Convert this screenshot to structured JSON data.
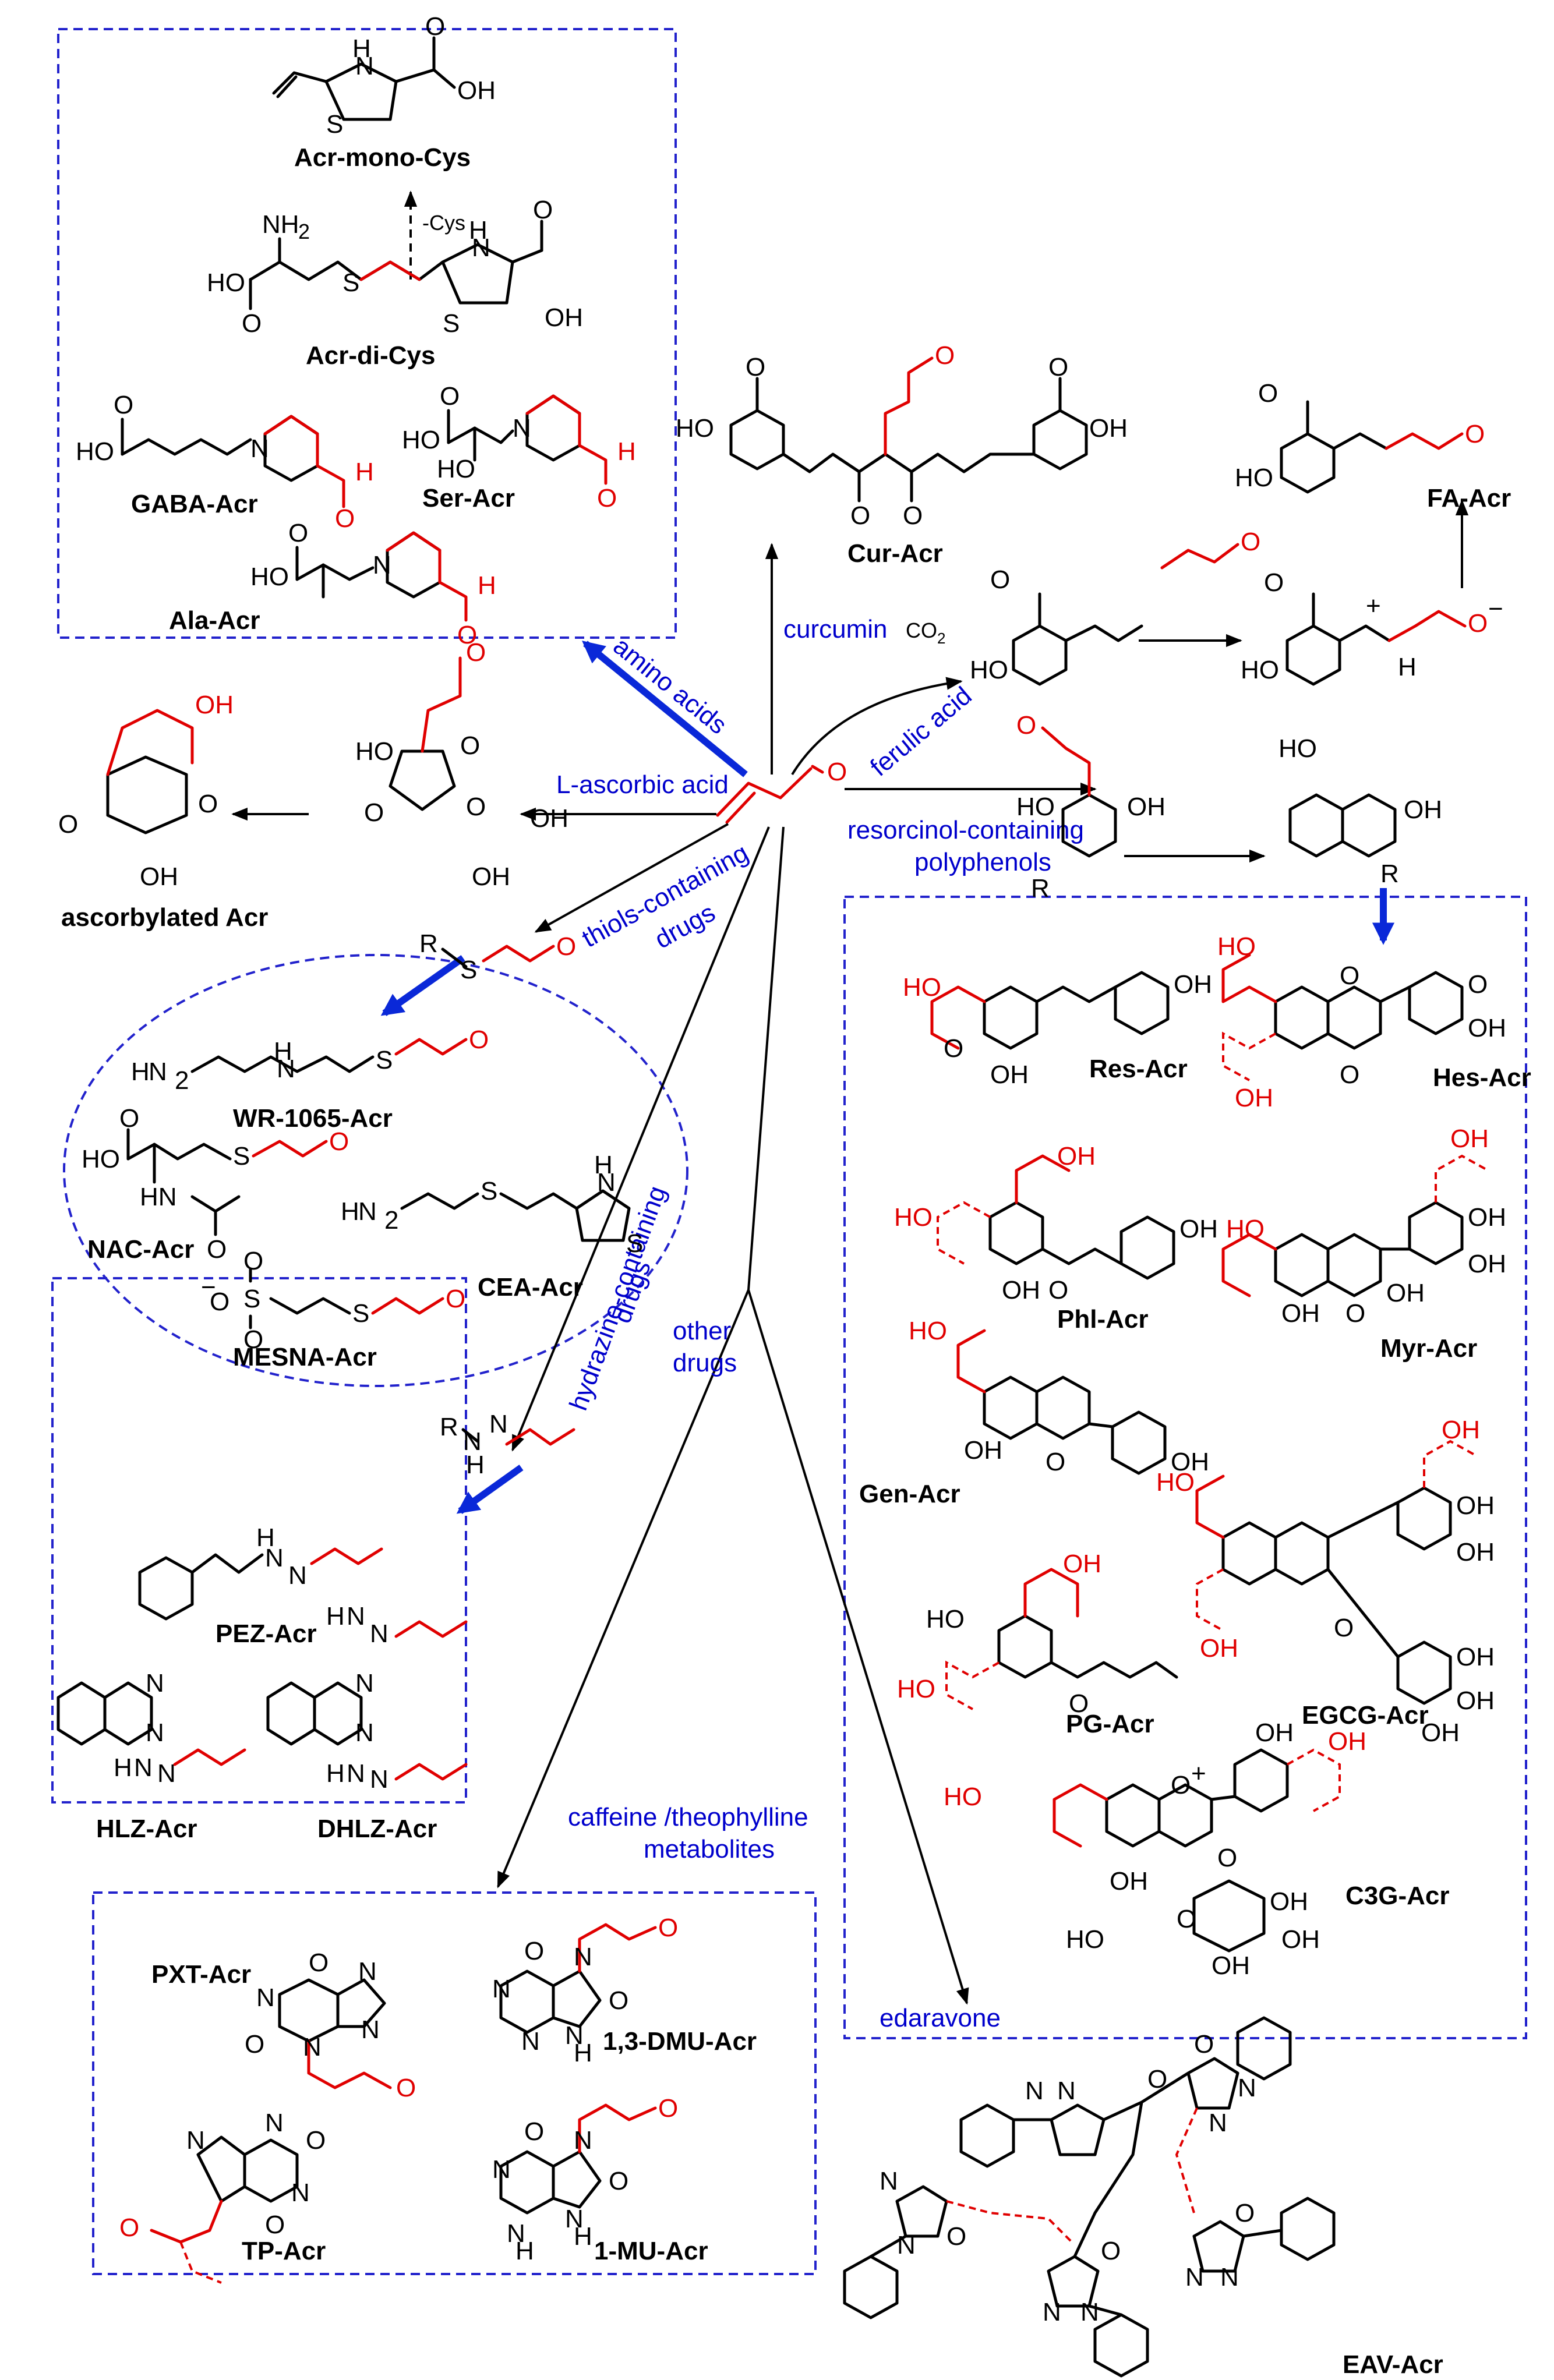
{
  "reagents": {
    "amino_acids": "amino acids",
    "curcumin": "curcumin",
    "ferulic_acid": "ferulic acid",
    "l_ascorbic_acid": "L-ascorbic acid",
    "resorcinol_line1": "resorcinol-containing",
    "resorcinol_line2": "polyphenols",
    "thiols_line1": "thiols-containing",
    "thiols_line2": "drugs",
    "hydrazine_line1": "hydrazine-containing",
    "hydrazine_line2": "drugs",
    "other_line1": "other",
    "other_line2": "drugs",
    "caffeine_line1": "caffeine /theophylline",
    "caffeine_line2": "metabolites",
    "edaravone": "edaravone",
    "minus_cys": "-Cys",
    "co2": "CO"
  },
  "products": {
    "acr_mono_cys": "Acr-mono-Cys",
    "acr_di_cys": "Acr-di-Cys",
    "gaba_acr": "GABA-Acr",
    "ser_acr": "Ser-Acr",
    "ala_acr": "Ala-Acr",
    "cur_acr": "Cur-Acr",
    "fa_acr": "FA-Acr",
    "ascorbylated_acr": "ascorbylated Acr",
    "wr1065_acr": "WR-1065-Acr",
    "nac_acr": "NAC-Acr",
    "cea_acr": "CEA-Acr",
    "mesna_acr": "MESNA-Acr",
    "pez_acr": "PEZ-Acr",
    "hlz_acr": "HLZ-Acr",
    "dhlz_acr": "DHLZ-Acr",
    "res_acr": "Res-Acr",
    "hes_acr": "Hes-Acr",
    "phl_acr": "Phl-Acr",
    "myr_acr": "Myr-Acr",
    "gen_acr": "Gen-Acr",
    "pg_acr": "PG-Acr",
    "egcg_acr": "EGCG-Acr",
    "c3g_acr": "C3G-Acr",
    "pxt_acr": "PXT-Acr",
    "dmu_acr": "1,3-DMU-Acr",
    "tp_acr": "TP-Acr",
    "mu_acr": "1-MU-Acr",
    "eav_acr": "EAV-Acr"
  },
  "colors": {
    "box": "#2222cc",
    "bold_arrow": "#0a28d8",
    "acrolein": "#e00000",
    "reagent_text": "#0000cc"
  }
}
